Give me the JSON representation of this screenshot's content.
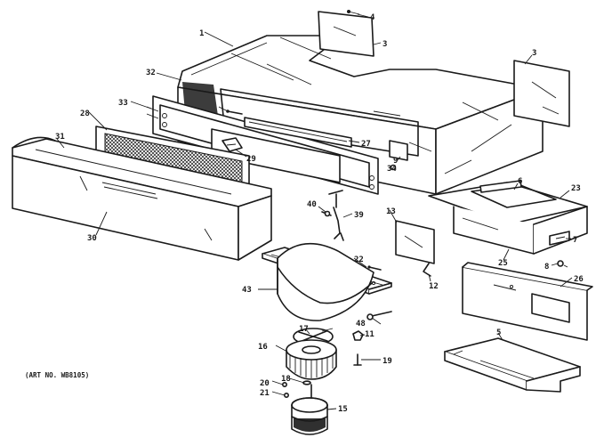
{
  "art_no": "(ART NO. WB8105)",
  "parts": {
    "p1": "1",
    "p3a": "3",
    "p3b": "3",
    "p4": "4",
    "p5": "5",
    "p6": "6",
    "p7": "7",
    "p8": "8",
    "p9": "9",
    "p11": "11",
    "p12": "12",
    "p13": "13",
    "p15": "15",
    "p16": "16",
    "p17": "17",
    "p18": "18",
    "p19": "19",
    "p20": "20",
    "p21": "21",
    "p22": "22",
    "p23": "23",
    "p25": "25",
    "p26": "26",
    "p27": "27",
    "p28": "28",
    "p29": "29",
    "p30": "30",
    "p31": "31",
    "p32": "32",
    "p33": "33",
    "p34": "34",
    "p39": "39",
    "p40": "40",
    "p43": "43",
    "p48": "48"
  }
}
